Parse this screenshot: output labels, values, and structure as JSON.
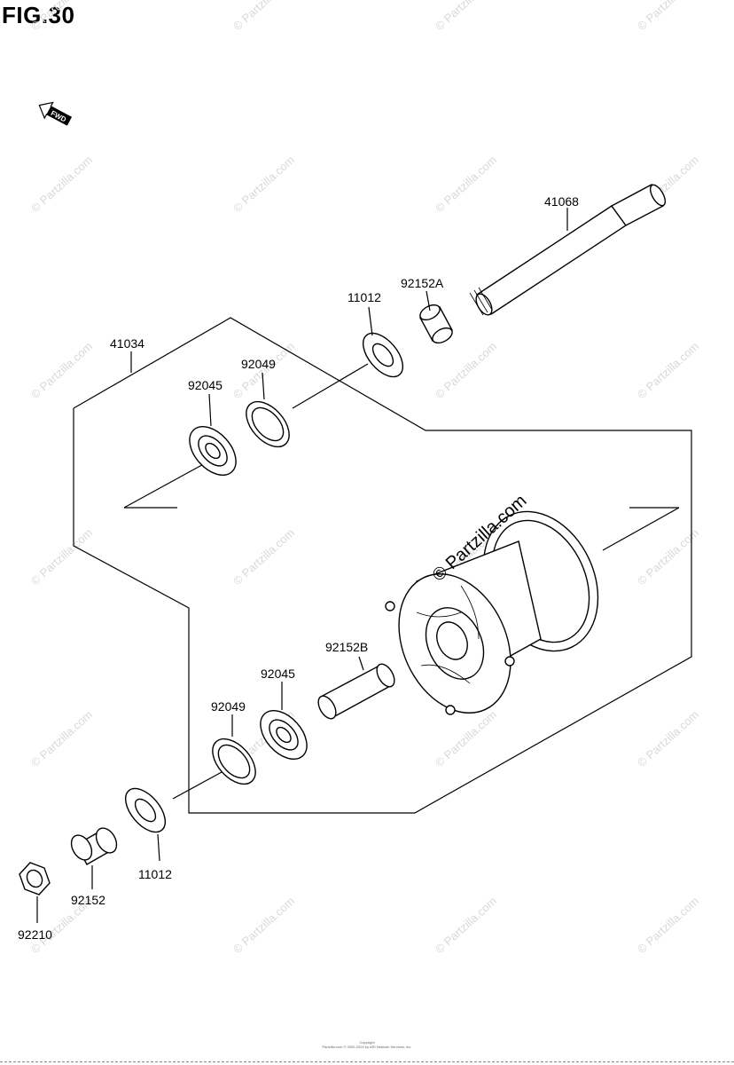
{
  "figure": {
    "title": "FIG.30",
    "fwd_label": "FWD"
  },
  "watermark": {
    "text": "© Partzilla.com"
  },
  "hub_watermark": {
    "text": "© Partzilla.com"
  },
  "labels": {
    "axle": "41068",
    "collar_a": "92152A",
    "seal_top": "11012",
    "hub_assy": "41034",
    "circlip_top": "92049",
    "bearing_top": "92045",
    "spacer_b": "92152B",
    "bearing_bottom": "92045",
    "circlip_bottom": "92049",
    "seal_bottom": "11012",
    "collar": "92152",
    "nut": "92210"
  },
  "copyright": {
    "line1": "Copyright",
    "line2": "Partzilla.com © 2002-2025 by ARI Network Services, Inc."
  }
}
